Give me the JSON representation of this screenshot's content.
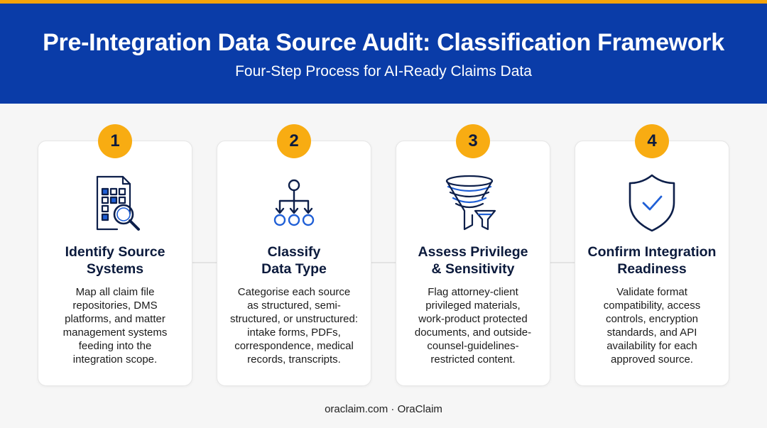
{
  "header": {
    "title": "Pre-Integration Data Source Audit: Classification Framework",
    "subtitle": "Four-Step Process for AI-Ready Claims Data"
  },
  "colors": {
    "accent": "#f5a40b",
    "brand": "#0a3ca8",
    "badge": "#f8ac12",
    "icon_stroke": "#0d1f4a"
  },
  "steps": [
    {
      "number": "1",
      "icon": "document-search-icon",
      "title": "Identify Source\nSystems",
      "description": "Map all claim file\nrepositories, DMS\nplatforms, and matter\nmanagement systems\nfeeding into the\nintegration scope."
    },
    {
      "number": "2",
      "icon": "hierarchy-icon",
      "title": "Classify\nData Type",
      "description": "Categorise each source\nas structured, semi-\nstructured, or unstructured:\nintake forms, PDFs,\ncorrespondence, medical\nrecords, transcripts."
    },
    {
      "number": "3",
      "icon": "funnel-filter-icon",
      "title": "Assess Privilege\n& Sensitivity",
      "description": "Flag attorney-client\nprivileged materials,\nwork-product protected\ndocuments, and outside-\ncounsel-guidelines-\nrestricted content."
    },
    {
      "number": "4",
      "icon": "shield-check-icon",
      "title": "Confirm Integration\nReadiness",
      "description": "Validate format\ncompatibility, access\ncontrols, encryption\nstandards, and API\navailability for each\napproved source."
    }
  ],
  "footer": {
    "text": "oraclaim.com · OraClaim"
  }
}
